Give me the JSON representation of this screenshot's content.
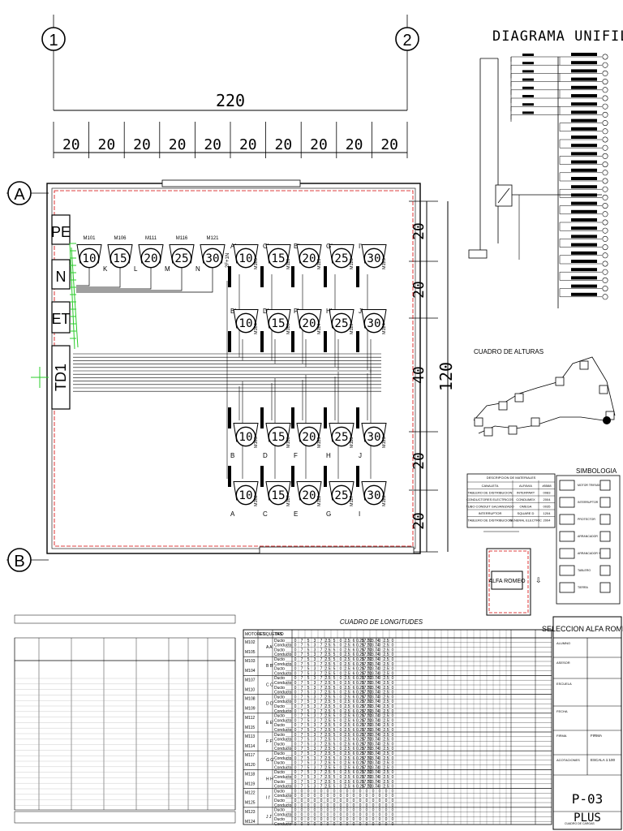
{
  "title": "DIAGRAMA UNIFILAR",
  "axes": {
    "col1": "1",
    "col2": "2",
    "rowA": "A",
    "rowB": "B"
  },
  "dims": {
    "total_width": "220",
    "segment": "20",
    "segment_count": 10,
    "right_segments": [
      "20",
      "20",
      "40",
      "20",
      "20"
    ],
    "total_height": "120"
  },
  "panels": {
    "pe": "PE",
    "n": "N",
    "et": "ET",
    "td": "TD1",
    "spare_label": "2F+1N"
  },
  "top_motors": [
    {
      "code": "M101",
      "size": "10",
      "suffix": "K"
    },
    {
      "code": "M106",
      "size": "15",
      "suffix": "L"
    },
    {
      "code": "M111",
      "size": "20",
      "suffix": "M"
    },
    {
      "code": "M116",
      "size": "25",
      "suffix": "N"
    },
    {
      "code": "M121",
      "size": "30",
      "suffix": ""
    }
  ],
  "grid_rows": [
    [
      {
        "l": "A'",
        "s": "10",
        "m": "M105"
      },
      {
        "l": "C'",
        "s": "15",
        "m": "M110"
      },
      {
        "l": "E'",
        "s": "20",
        "m": "M115"
      },
      {
        "l": "G'",
        "s": "25",
        "m": "M120"
      },
      {
        "l": "I'",
        "s": "30",
        "m": "M125"
      }
    ],
    [
      {
        "l": "B'",
        "s": "10",
        "m": "M104"
      },
      {
        "l": "D'",
        "s": "15",
        "m": "M109"
      },
      {
        "l": "F'",
        "s": "20",
        "m": "M114"
      },
      {
        "l": "H'",
        "s": "25",
        "m": "M119"
      },
      {
        "l": "J'",
        "s": "30",
        "m": "M124"
      }
    ],
    [
      {
        "l": "B",
        "s": "10",
        "m": "M103"
      },
      {
        "l": "D",
        "s": "15",
        "m": "M108"
      },
      {
        "l": "F",
        "s": "20",
        "m": "M113"
      },
      {
        "l": "H",
        "s": "25",
        "m": "M118"
      },
      {
        "l": "J",
        "s": "30",
        "m": "M123"
      }
    ],
    [
      {
        "l": "A",
        "s": "10",
        "m": "M102"
      },
      {
        "l": "C",
        "s": "15",
        "m": "M107"
      },
      {
        "l": "E",
        "s": "20",
        "m": "M112"
      },
      {
        "l": "G",
        "s": "25",
        "m": "M117"
      },
      {
        "l": "I",
        "s": "30",
        "m": "M122"
      }
    ]
  ],
  "alturas": {
    "title": "CUADRO DE ALTURAS"
  },
  "simbologia": {
    "title": "SIMBOLOGIA",
    "items": [
      {
        "sym": "MOTOR TRIFASICO"
      },
      {
        "sym": "INTERRUPTOR"
      },
      {
        "sym": "PROTECTOR"
      },
      {
        "sym": "ARRANCADOR"
      },
      {
        "sym": "ARRANCADOR Y/D"
      },
      {
        "sym": "TABLERO"
      },
      {
        "sym": "TIERRA"
      }
    ],
    "legend_title": "DESCRIPCION DE MATERIALES",
    "legend_rows": [
      [
        "CANALETA",
        "ALFAVIA",
        "#5588"
      ],
      [
        "TABLERO DE DISTRIBUCION",
        "INTERPART",
        "0083"
      ],
      [
        "CONDUCTORES ELECTRICOS",
        "CONDUMEX",
        "2004"
      ],
      [
        "TUBO CONDUIT GALVANIZADO",
        "OMEGA",
        "0035"
      ],
      [
        "INTERRUPTOR",
        "SQUARE D",
        "1204"
      ],
      [
        "TABLERO DE DISTRIBUCION",
        "GENERAL ELECTRIC",
        "2004"
      ]
    ]
  },
  "location": {
    "label": "ALFA ROMEO"
  },
  "longitudes": {
    "title": "CUADRO DE LONGITUDES",
    "header": [
      "MOTORES",
      "ETIQUETAS",
      "TIPO"
    ],
    "groups": [
      {
        "motors": [
          "M102",
          "M105"
        ],
        "tag": "A A'"
      },
      {
        "motors": [
          "M103",
          "M104"
        ],
        "tag": "B B'"
      },
      {
        "motors": [
          "M107",
          "M110"
        ],
        "tag": "C C'"
      },
      {
        "motors": [
          "M108",
          "M109"
        ],
        "tag": "D D'"
      },
      {
        "motors": [
          "M112",
          "M115"
        ],
        "tag": "E E'"
      },
      {
        "motors": [
          "M113",
          "M114"
        ],
        "tag": "F F'"
      },
      {
        "motors": [
          "M117",
          "M120"
        ],
        "tag": "G G'"
      },
      {
        "motors": [
          "M118",
          "M119"
        ],
        "tag": "H H'"
      },
      {
        "motors": [
          "M122",
          "M125"
        ],
        "tag": "I I'"
      },
      {
        "motors": [
          "M123",
          "M124"
        ],
        "tag": "J J'"
      }
    ],
    "row_types": [
      "Ducto",
      "Conducto"
    ],
    "sample_row": [
      "0",
      "7",
      "5",
      "3",
      "7",
      "2.5",
      "5",
      "0",
      "2.5",
      "6",
      "0.25",
      "17.72",
      "103.74",
      "0",
      "2.5",
      "0"
    ]
  },
  "title_block": {
    "header": "SELECCION ALFA ROMEO",
    "rows": [
      {
        "k": "ALUMNO",
        "v": ""
      },
      {
        "k": "ASESOR",
        "v": ""
      },
      {
        "k": "ESCUELA",
        "v": ""
      },
      {
        "k": "FECHA",
        "v": ""
      },
      {
        "k": "FIRMA",
        "v": "FIRMA"
      },
      {
        "k": "ACOTACIONES",
        "v": "ESCALA 1:100"
      }
    ],
    "sheet": "P-03",
    "plus": "PLUS",
    "footer": "CUADRO DE CARGAS"
  }
}
